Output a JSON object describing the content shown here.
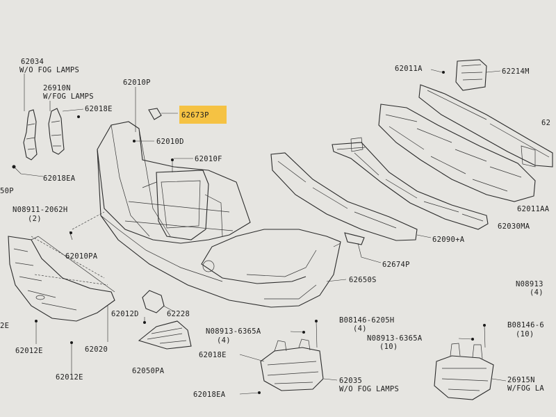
{
  "labels": {
    "l62034": "62034",
    "wo_fog_1": "W/O FOG LAMPS",
    "l26910n": "26910N",
    "w_fog_1": "W/FOG LAMPS",
    "l62018e_a": "62018E",
    "l62018ea_a": "62018EA",
    "l50p": "50P",
    "l62010p": "62010P",
    "l62673p": "62673P",
    "l62010d": "62010D",
    "l62010f": "62010F",
    "l08911": "N08911-2062H",
    "q2": "(2)",
    "l62010pa": "62010PA",
    "l62011a": "62011A",
    "l62214m": "62214M",
    "l62edge": "62",
    "l62011aa": "62011AA",
    "l62030ma": "62030MA",
    "l62090": "62090+A",
    "l62674p": "62674P",
    "l62650s": "62650S",
    "l08913_r": "N08913",
    "q4_r": "(4)",
    "l2e": "2E",
    "l62012e_a": "62012E",
    "l62012d": "62012D",
    "l62228": "62228",
    "l62020": "62020",
    "l62012e_b": "62012E",
    "l62050pa": "62050PA",
    "l08146_a": "B08146-6205H",
    "q4_b": "(4)",
    "l08913_a": "N08913-6365A",
    "q4_c": "(4)",
    "l08913_b": "N08913-6365A",
    "q10_a": "(10)",
    "l08146_b": "B08146-6",
    "q10_b": "(10)",
    "l62018e_b": "62018E",
    "l62035": "62035",
    "wo_fog_2": "W/O FOG LAMPS",
    "l26915n": "26915N",
    "w_fog_2": "W/FOG LA",
    "l62018ea_b": "62018EA"
  },
  "colors": {
    "background": "#e6e5e1",
    "highlight": "#f5c243",
    "ink": "#1c1c1c"
  }
}
